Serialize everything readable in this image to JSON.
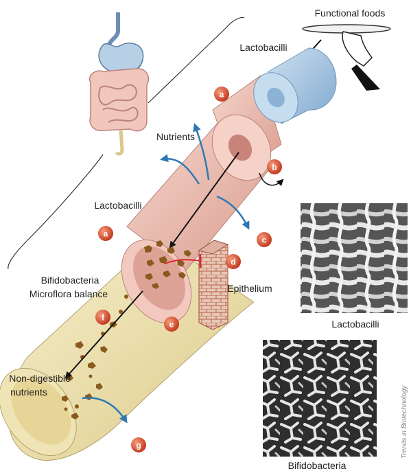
{
  "labels": {
    "functional_foods": "Functional foods",
    "lactobacilli_top": "Lactobacilli",
    "nutrients": "Nutrients",
    "lactobacilli_left": "Lactobacilli",
    "bifidobacteria": "Bifidobacteria",
    "microflora_balance": "Microflora balance",
    "epithelium": "Epithelium",
    "non_digestible": "Non-digestible",
    "nutrients_bottom": "nutrients",
    "lactobacilli_photo": "Lactobacilli",
    "bifidobacteria_photo": "Bifidobacteria",
    "credit": "Trends in Biotechnology"
  },
  "badges": {
    "a_top": "a",
    "a_left": "a",
    "b": "b",
    "c": "c",
    "d": "d",
    "e": "e",
    "f": "f",
    "g": "g"
  },
  "colors": {
    "badge": "#d94a2a",
    "lacto_cyl": "#a9c8e2",
    "pink": "#edb9ad",
    "cream": "#efe2ae",
    "particle": "#8a5a1e",
    "arrow_blue": "#2f78b4",
    "epithelium": "#c86a5a",
    "inhibit_red": "#d62a2a"
  }
}
